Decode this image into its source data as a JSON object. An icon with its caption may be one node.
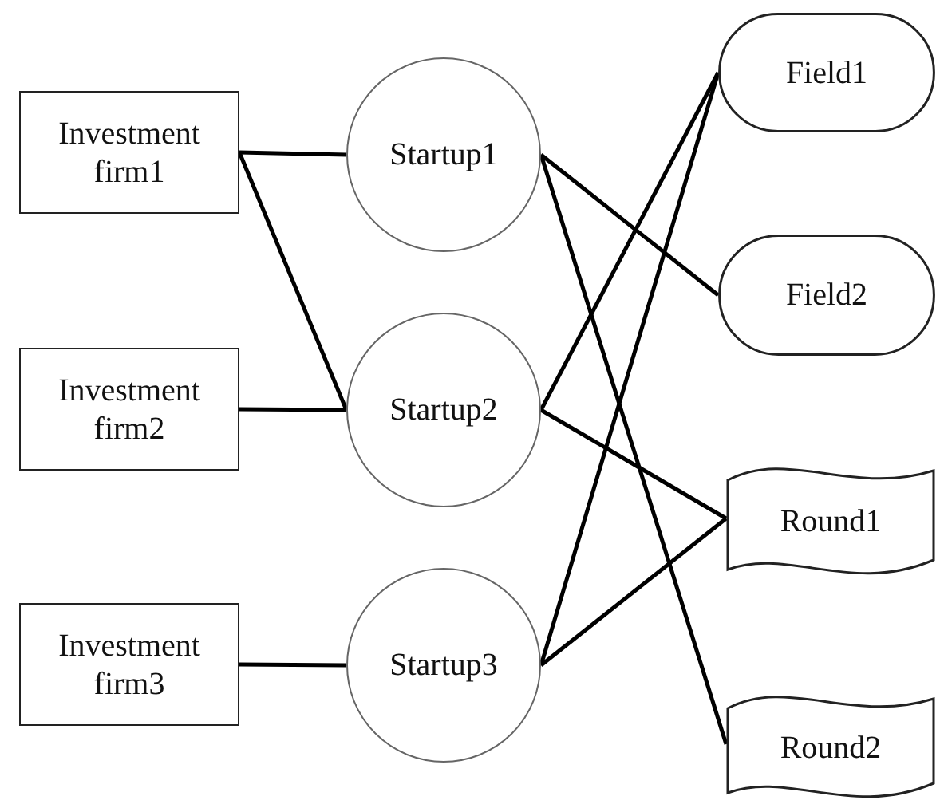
{
  "diagram": {
    "nodes": [
      {
        "text": [
          "Investment firm1"
        ]
      },
      {
        "text": [
          "Investment firm2"
        ]
      },
      {
        "text": [
          "Investment firm3"
        ]
      },
      {
        "text": [
          "Startup1"
        ]
      },
      {
        "text": [
          "Startup2"
        ]
      },
      {
        "text": [
          "Startup3"
        ]
      },
      {
        "text": [
          "Field1"
        ]
      },
      {
        "text": [
          "Field2"
        ]
      },
      {
        "text": [
          "Round1"
        ]
      },
      {
        "text": [
          "Round2"
        ]
      }
    ],
    "edges": [
      {
        "from": 0,
        "to": 3,
        "arrow": "none"
      },
      {
        "from": 0,
        "to": 4,
        "arrow": "none"
      },
      {
        "from": 1,
        "to": 4,
        "arrow": "none"
      },
      {
        "from": 2,
        "to": 5,
        "arrow": "none"
      },
      {
        "from": 3,
        "to": 7,
        "arrow": "none"
      },
      {
        "from": 3,
        "to": 9,
        "arrow": "none"
      },
      {
        "from": 4,
        "to": 6,
        "arrow": "none"
      },
      {
        "from": 4,
        "to": 8,
        "arrow": "none"
      },
      {
        "from": 5,
        "to": 6,
        "arrow": "none"
      },
      {
        "from": 5,
        "to": 8,
        "arrow": "none"
      }
    ]
  }
}
